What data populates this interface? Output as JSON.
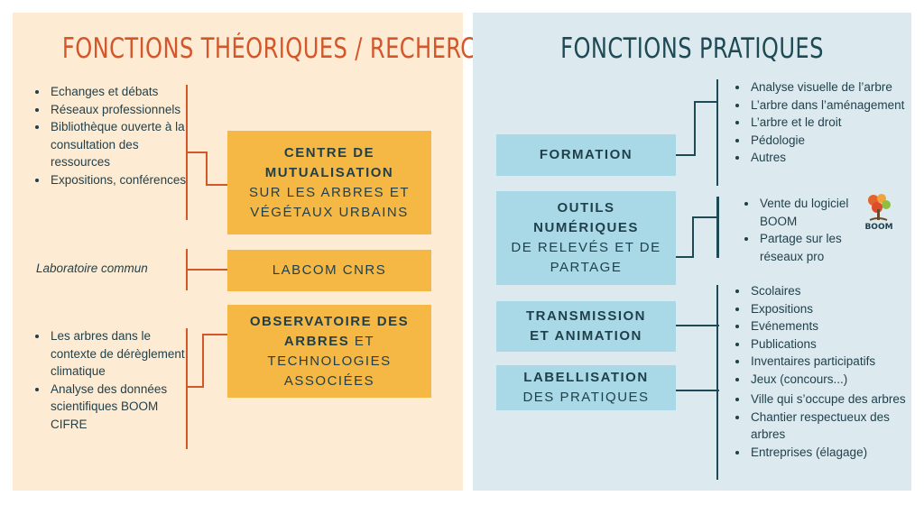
{
  "left": {
    "title": "FONCTIONS THÉORIQUES / RECHERCHE",
    "group1": {
      "bullets": [
        "Echanges et débats",
        "Réseaux professionnels",
        "Bibliothèque ouverte à la consultation des ressources",
        "Expositions, conférences"
      ],
      "box_bold": "CENTRE DE MUTUALISATION",
      "box_normal": "SUR LES ARBRES ET VÉGÉTAUX URBAINS"
    },
    "group2": {
      "label": "Laboratoire commun",
      "box": "LABCOM CNRS"
    },
    "group3": {
      "bullets": [
        "Les arbres dans le contexte de dérèglement climatique",
        "Analyse des données scientifiques BOOM CIFRE"
      ],
      "box_bold": "OBSERVATOIRE DES ARBRES",
      "box_normal": "ET TECHNOLOGIES ASSOCIÉES"
    }
  },
  "right": {
    "title": "FONCTIONS PRATIQUES",
    "formation": {
      "box": "FORMATION",
      "bullets": [
        "Analyse visuelle de l’arbre",
        "L’arbre dans l’aménagement",
        "L’arbre et le droit",
        "Pédologie",
        "Autres"
      ]
    },
    "outils": {
      "box_bold": "OUTILS NUMÉRIQUES",
      "box_normal": "DE RELEVÉS ET DE PARTAGE",
      "bullets": [
        "Vente du logiciel BOOM",
        "Partage sur les réseaux pro"
      ],
      "logo_text": "BOOM"
    },
    "transmission": {
      "box_bold": "TRANSMISSION ET ANIMATION",
      "bullets": [
        "Scolaires",
        "Expositions",
        "Evénements",
        "Publications",
        "Inventaires participatifs",
        "Jeux (concours...)"
      ]
    },
    "labellisation": {
      "box_bold": "LABELLISATION",
      "box_normal": "DES PRATIQUES",
      "bullets": [
        "Ville qui s’occupe des arbres",
        "Chantier respectueux des arbres",
        "Entreprises (élagage)"
      ]
    }
  },
  "colors": {
    "left_bg": "#fdebd3",
    "right_bg": "#dce9ef",
    "orange_box": "#f6b845",
    "blue_box": "#a9d9e7",
    "left_accent": "#d4562b",
    "right_accent": "#1d4a55"
  }
}
